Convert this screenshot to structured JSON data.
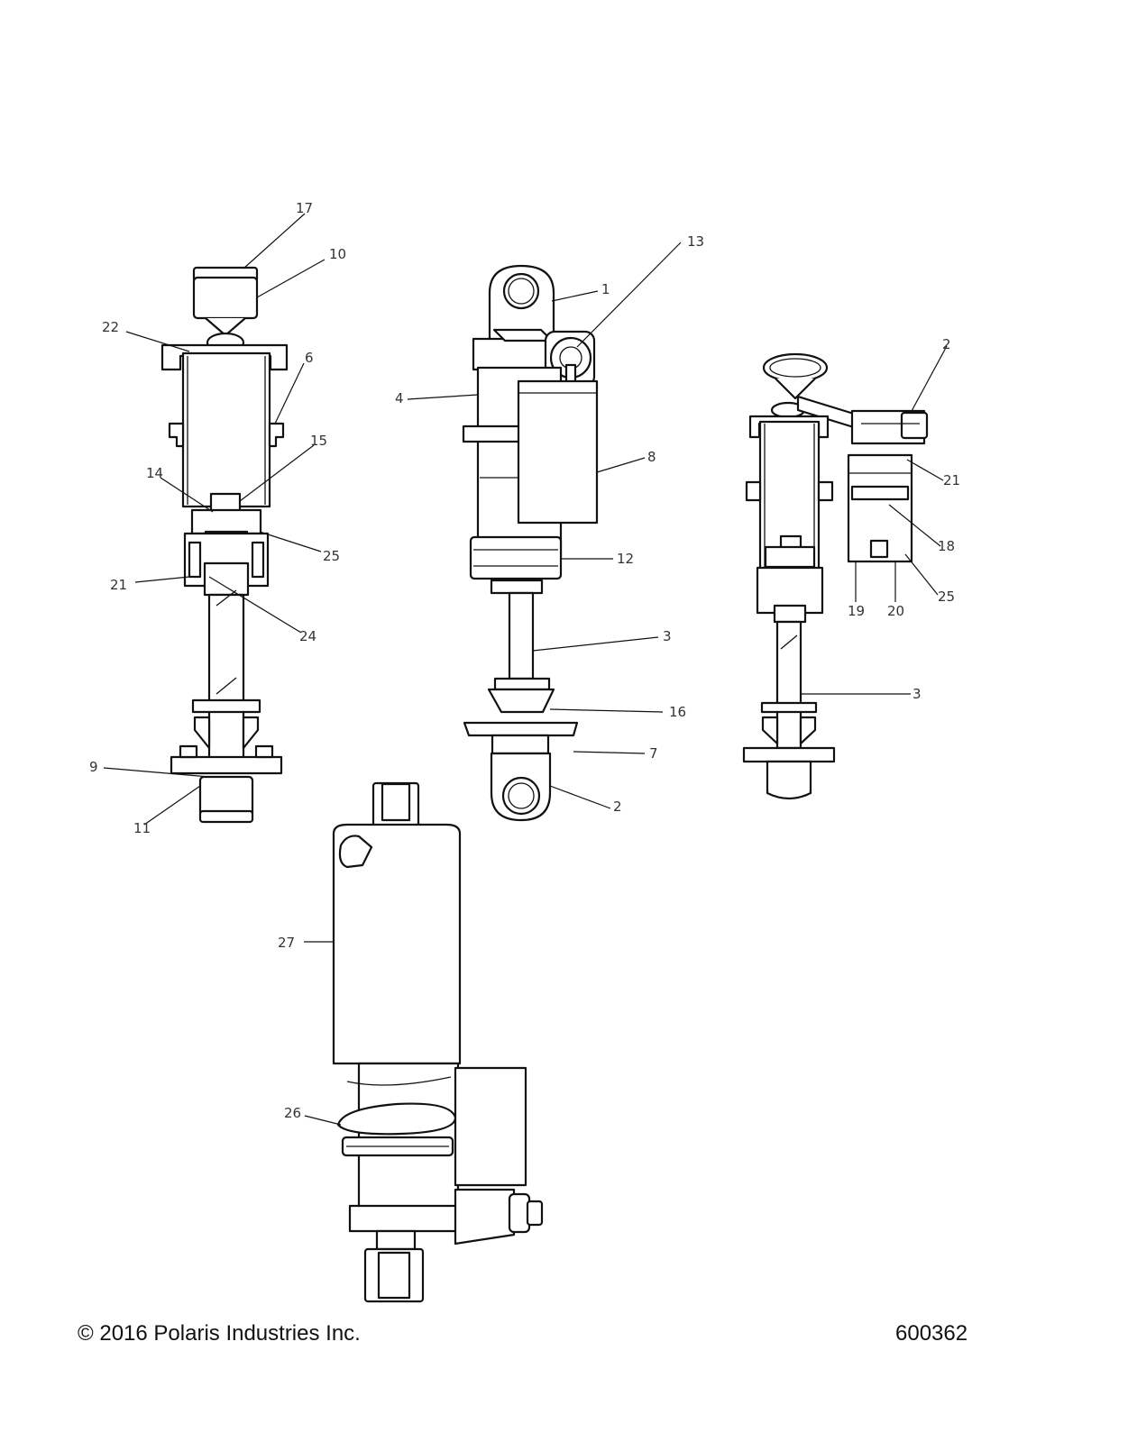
{
  "footer": {
    "copyright": "© 2016 Polaris Industries Inc.",
    "drawing_number": "600362"
  },
  "callouts": {
    "c1": "1",
    "c2a": "2",
    "c2b": "2",
    "c3a": "3",
    "c3b": "3",
    "c4": "4",
    "c6": "6",
    "c7": "7",
    "c8": "8",
    "c9": "9",
    "c10": "10",
    "c11": "11",
    "c12": "12",
    "c13": "13",
    "c14": "14",
    "c15": "15",
    "c16": "16",
    "c17": "17",
    "c18": "18",
    "c19": "19",
    "c20": "20",
    "c21a": "21",
    "c21b": "21",
    "c22": "22",
    "c24": "24",
    "c25a": "25",
    "c25b": "25",
    "c26": "26",
    "c27": "27"
  }
}
